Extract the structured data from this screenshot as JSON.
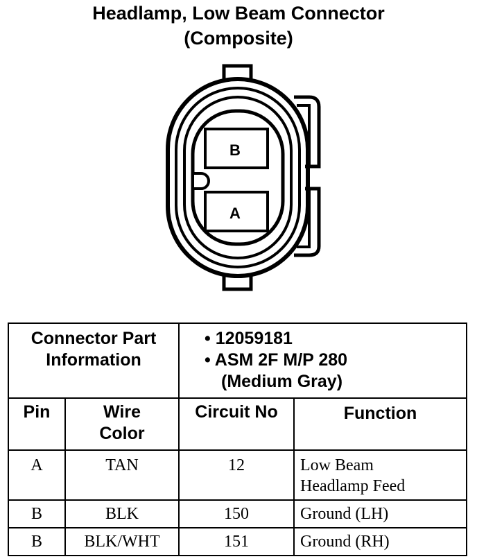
{
  "title": {
    "line1": "Headlamp, Low Beam Connector",
    "line2": "(Composite)"
  },
  "connector": {
    "cavity_top_label": "B",
    "cavity_bottom_label": "A"
  },
  "part_info": {
    "label_line1": "Connector Part",
    "label_line2": "Information",
    "items": [
      "• 12059181",
      "• ASM 2F M/P 280",
      "(Medium Gray)"
    ]
  },
  "table": {
    "headers": {
      "pin": "Pin",
      "wire_color_line1": "Wire",
      "wire_color_line2": "Color",
      "circuit_no": "Circuit No",
      "function": "Function"
    },
    "rows": [
      {
        "pin": "A",
        "wire_color": "TAN",
        "circuit_no": "12",
        "function_line1": "Low Beam",
        "function_line2": "Headlamp Feed"
      },
      {
        "pin": "B",
        "wire_color": "BLK",
        "circuit_no": "150",
        "function_line1": "Ground (LH)",
        "function_line2": ""
      },
      {
        "pin": "B",
        "wire_color": "BLK/WHT",
        "circuit_no": "151",
        "function_line1": "Ground (RH)",
        "function_line2": ""
      }
    ]
  }
}
